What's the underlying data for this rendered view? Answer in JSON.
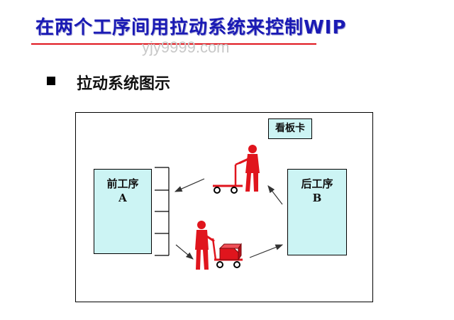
{
  "slide": {
    "title": "在两个工序间用拉动系统来控制WIP",
    "watermark": "yjy9999.com",
    "bullet": "拉动系统图示"
  },
  "diagram": {
    "upstream": {
      "line1": "前工序",
      "line2": "A"
    },
    "downstream": {
      "line1": "后工序",
      "line2": "B"
    },
    "kanban_label": "看板卡"
  },
  "colors": {
    "title": "#1a1ab4",
    "underline": "#e0151d",
    "station_fill": "#ccf4f4",
    "figure": "#e0151d"
  }
}
